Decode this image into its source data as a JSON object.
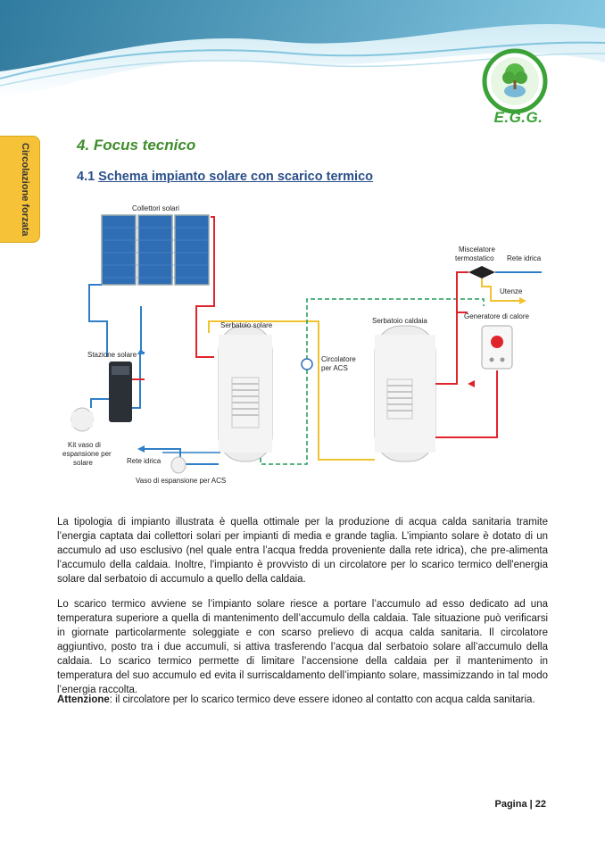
{
  "header": {
    "logo_text": "E.G.G.",
    "colors": {
      "wave_dark": "#1f6f96",
      "wave_light": "#a8d8ea",
      "brand_green": "#3aa236",
      "tab_yellow": "#f6c237"
    }
  },
  "side_tab": {
    "label": "Circolazione forzata"
  },
  "section": {
    "title": "4. Focus tecnico",
    "subtitle_number": "4.1",
    "subtitle_text": "Schema impianto solare con scarico termico"
  },
  "diagram": {
    "labels": {
      "collettori": "Collettori solari",
      "miscelatore_1": "Miscelatore",
      "miscelatore_2": "termostatico",
      "rete_idrica_top": "Rete idrica",
      "utenze": "Utenze",
      "generatore": "Generatore di calore",
      "serbatoio_solare": "Serbatoio solare",
      "serbatoio_caldaia": "Serbatoio caldaia",
      "circolatore_1": "Circolatore",
      "circolatore_2": "per ACS",
      "stazione": "Stazione solare",
      "kit_1": "Kit vaso di",
      "kit_2": "espansione per",
      "kit_3": "solare",
      "rete_idrica_bottom": "Rete idrica",
      "vaso_acs": "Vaso di espansione per ACS"
    }
  },
  "body": {
    "paragraph1": "La tipologia di impianto illustrata è quella ottimale per la produzione di acqua calda sanitaria tramite l’energia captata dai collettori solari per impianti di media e grande taglia. L’impianto solare è dotato di un accumulo ad uso esclusivo (nel quale entra l’acqua fredda proveniente dalla rete idrica), che pre-alimenta l’accumulo della caldaia. Inoltre, l'impianto è provvisto di un circolatore per lo scarico termico dell'energia solare dal serbatoio di accumulo a quello della caldaia.",
    "paragraph2": "Lo scarico termico avviene se l’impianto solare riesce a portare l’accumulo ad esso dedicato ad una temperatura superiore a quella di mantenimento dell’accumulo della caldaia. Tale situazione può verificarsi in giornate particolarmente soleggiate e con scarso prelievo di acqua calda sanitaria. Il circolatore aggiuntivo, posto tra i due accumuli, si attiva trasferendo l’acqua dal serbatoio solare all’accumulo della caldaia. Lo scarico termico permette di limitare l’accensione della caldaia per il mantenimento in temperatura del suo accumulo ed evita il surriscaldamento dell’impianto solare, massimizzando in tal modo l’energia raccolta.",
    "attention_label": "Attenzione",
    "attention_text": ": il circolatore per lo scarico termico deve essere idoneo al contatto con acqua calda sanitaria."
  },
  "footer": {
    "page_label": "Pagina | 22"
  }
}
